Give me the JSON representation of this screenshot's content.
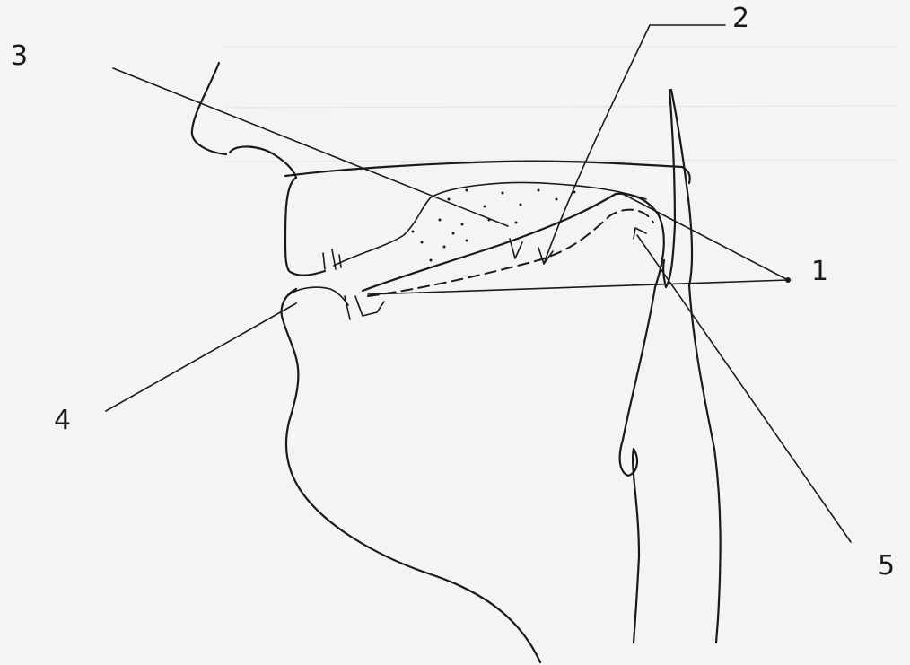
{
  "labels": [
    {
      "id": "1",
      "text": "1"
    },
    {
      "id": "2",
      "text": "2"
    },
    {
      "id": "3",
      "text": "3"
    },
    {
      "id": "4",
      "text": "4"
    },
    {
      "id": "5",
      "text": "5"
    }
  ],
  "colors": {
    "ink": "#1a1a1a",
    "paper": "#f4f4f2"
  }
}
